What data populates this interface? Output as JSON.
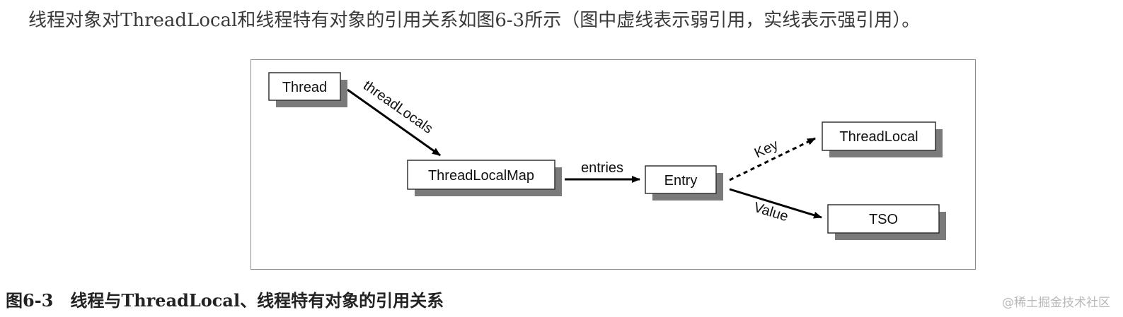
{
  "intro_text": "线程对象对ThreadLocal和线程特有对象的引用关系如图6-3所示（图中虚线表示弱引用，实线表示强引用）。",
  "diagram": {
    "nodes": {
      "thread": "Thread",
      "thread_local_map": "ThreadLocalMap",
      "entry": "Entry",
      "thread_local": "ThreadLocal",
      "tso": "TSO"
    },
    "edges": {
      "thread_locals": "threadLocals",
      "entries": "entries",
      "key": "Key",
      "value": "Value"
    }
  },
  "caption": "图6-3　线程与ThreadLocal、线程特有对象的引用关系",
  "watermark": "@稀土掘金技术社区"
}
